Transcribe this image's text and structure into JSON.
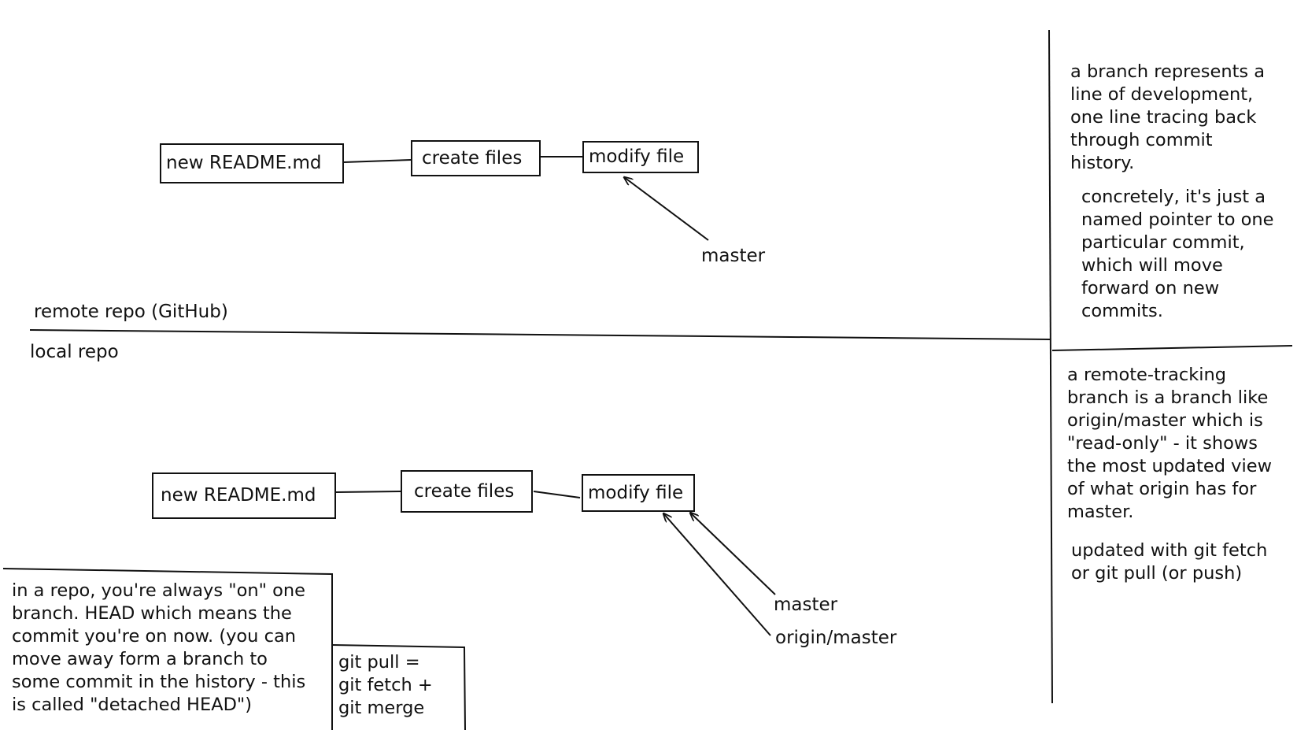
{
  "remote": {
    "commits": [
      "new README.md",
      "create files",
      "modify file"
    ],
    "branch_label": "master"
  },
  "divider": {
    "remote_label": "remote repo (GitHub)",
    "local_label": "local repo"
  },
  "local": {
    "commits": [
      "new README.md",
      "create files",
      "modify file"
    ],
    "branch_label": "master",
    "tracking_label": "origin/master"
  },
  "notes": {
    "branch_definition": "a branch represents a\nline of development,\none line tracing back\nthrough commit\nhistory.",
    "branch_pointer": "concretely, it's just a\nnamed pointer to one\nparticular commit,\nwhich will move\nforward on new\ncommits.",
    "remote_tracking": "a remote-tracking\nbranch is a branch like\norigin/master which is\n\"read-only\" - it shows\nthe most updated view\nof what origin has for\nmaster.",
    "remote_update": "updated with git fetch\nor git pull (or push)",
    "head": "in a repo, you're always \"on\" one\nbranch. HEAD which means the\ncommit you're on now. (you can\nmove away form a branch to\nsome commit in the history - this\nis called \"detached HEAD\")",
    "git_pull": "git pull =\n   git fetch +\n   git merge"
  },
  "colors": {
    "ink": "#111111",
    "background": "#ffffff"
  }
}
